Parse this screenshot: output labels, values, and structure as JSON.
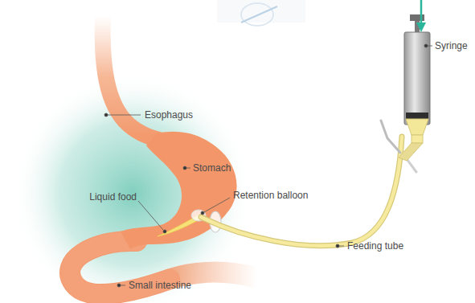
{
  "diagram": {
    "labels": [
      "Esophagus",
      "Stomach",
      "Liquid food",
      "Retention balloon",
      "Small intestine",
      "Feeding tube",
      "Syringe"
    ]
  }
}
